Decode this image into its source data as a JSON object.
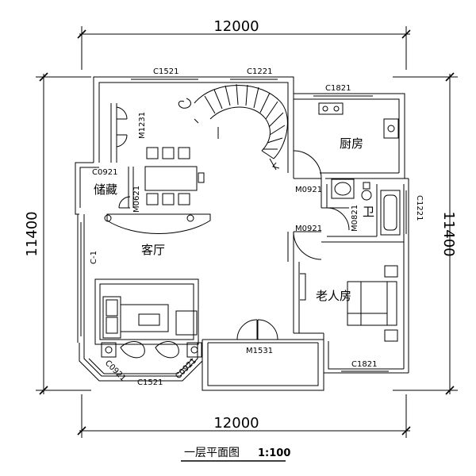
{
  "drawing": {
    "title": "一层平面图",
    "scale": "1:100",
    "dimensions": {
      "top_width": "12000",
      "bottom_width": "12000",
      "left_height": "11400",
      "right_height": "11400"
    },
    "rooms": {
      "living_room": "客厅",
      "kitchen": "厨房",
      "storage": "储藏",
      "bathroom": "卫",
      "elder_room": "老人房"
    },
    "codes": {
      "window_top_left": "C1521",
      "window_top_stair": "C1221",
      "window_kitchen": "C1821",
      "door_left_wall": "M1231",
      "window_storage": "C0921",
      "door_storage": "M0621",
      "door_kitchen": "M0921",
      "door_elder_top": "M0921",
      "door_bath": "M0821",
      "window_bath": "C1221",
      "window_left_long": "C-1",
      "door_front": "M1531",
      "window_bay_left": "C0921",
      "window_bay_bottom": "C1521",
      "window_bay_right": "C0921",
      "window_elder_bottom": "C1821"
    }
  },
  "colors": {
    "line": "#000000",
    "background": "#ffffff"
  }
}
